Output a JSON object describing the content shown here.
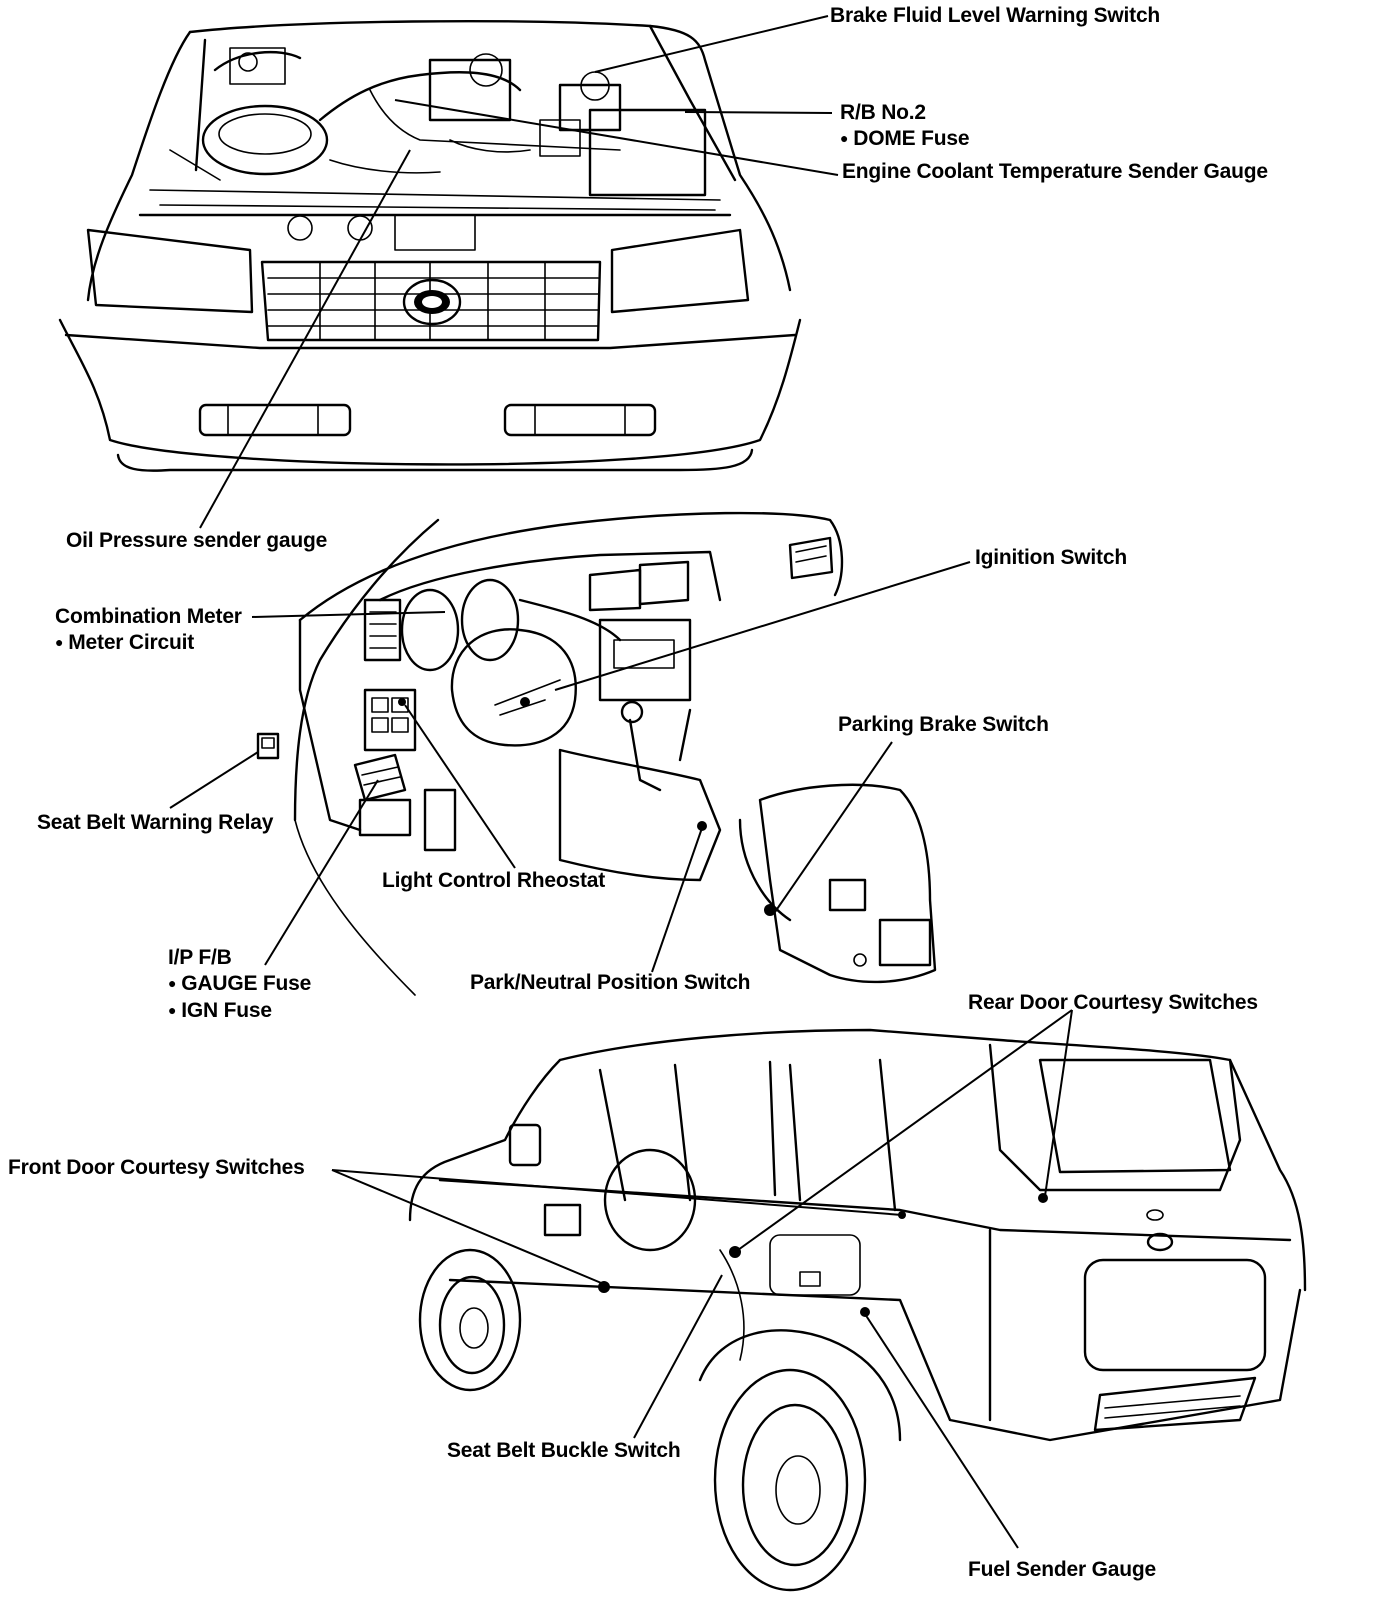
{
  "labels": {
    "brake_fluid": "Brake Fluid Level Warning Switch",
    "rb_no2": "R/B No.2",
    "dome_fuse": "DOME Fuse",
    "engine_coolant": "Engine Coolant Temperature Sender Gauge",
    "oil_pressure": "Oil Pressure sender gauge",
    "ignition_switch": "Iginition Switch",
    "combination_meter": "Combination Meter",
    "meter_circuit": "Meter Circuit",
    "parking_brake": "Parking Brake Switch",
    "seat_belt_relay": "Seat Belt Warning Relay",
    "light_control": "Light Control Rheostat",
    "ip_fb": "I/P F/B",
    "gauge_fuse": "GAUGE Fuse",
    "ign_fuse": "IGN Fuse",
    "park_neutral": "Park/Neutral Position Switch",
    "rear_door": "Rear Door Courtesy Switches",
    "front_door": "Front Door Courtesy Switches",
    "seat_belt_buckle": "Seat Belt Buckle Switch",
    "fuel_sender": "Fuel Sender Gauge"
  },
  "bullet": "●"
}
